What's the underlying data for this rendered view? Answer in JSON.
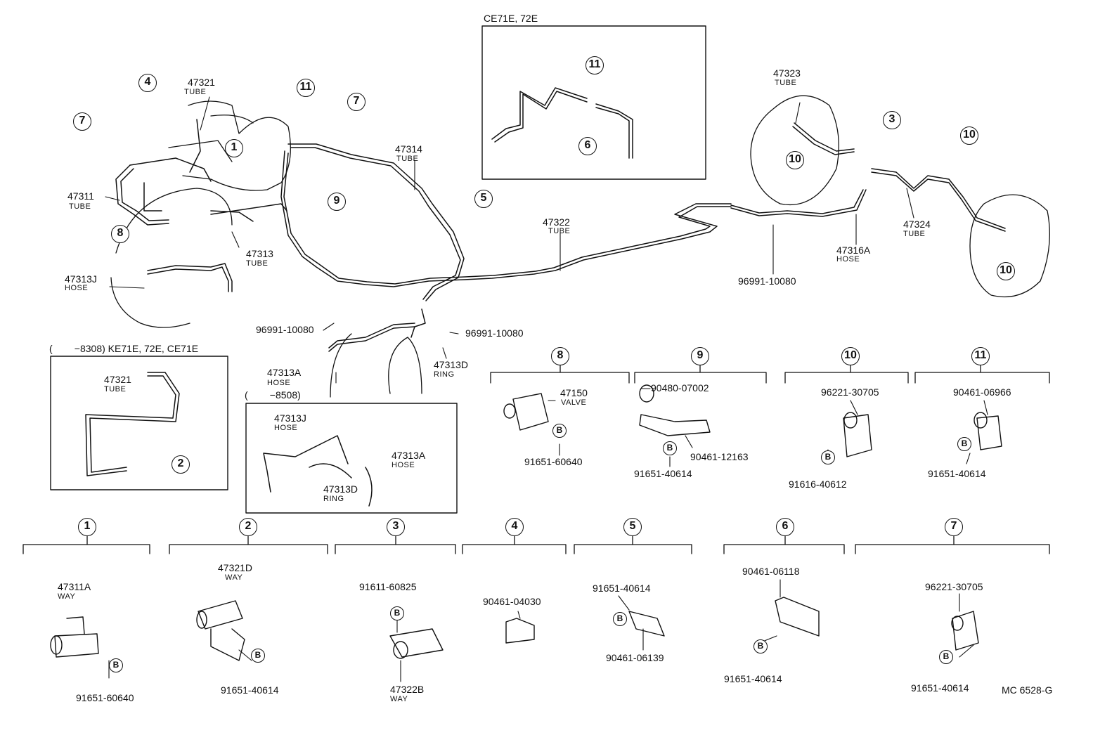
{
  "insets": {
    "ce71e": "CE71E, 72E",
    "ke71e": "(        −8308) KE71E, 72E, CE71E",
    "r8508": "(        −8508)"
  },
  "callouts": {
    "c1": "1",
    "c2": "2",
    "c3": "3",
    "c4": "4",
    "c5": "5",
    "c6": "6",
    "c7": "7",
    "c8": "8",
    "c9": "9",
    "c10": "10",
    "c11": "11",
    "b": "B"
  },
  "parts": {
    "p47321": "47321",
    "p47311": "47311",
    "p47313": "47313",
    "p47313J": "47313J",
    "p47314": "47314",
    "p47322": "47322",
    "p47323": "47323",
    "p47324": "47324",
    "p47316A": "47316A",
    "p96991_10080": "96991-10080",
    "p47313A": "47313A",
    "p47313D": "47313D",
    "p47150": "47150",
    "p91651_60640": "91651-60640",
    "p90480_07002": "90480-07002",
    "p90461_12163": "90461-12163",
    "p91651_40614": "91651-40614",
    "p96221_30705": "96221-30705",
    "p91616_40612": "91616-40612",
    "p90461_06966": "90461-06966",
    "p47311A": "47311A",
    "p47321D": "47321D",
    "p91611_60825": "91611-60825",
    "p47322B": "47322B",
    "p90461_04030": "90461-04030",
    "p90461_06139": "90461-06139",
    "p90461_06118": "90461-06118",
    "code": "MC 6528-G"
  },
  "types": {
    "tube": "TUBE",
    "hose": "HOSE",
    "valve": "VALVE",
    "ring": "RING",
    "way": "WAY"
  }
}
